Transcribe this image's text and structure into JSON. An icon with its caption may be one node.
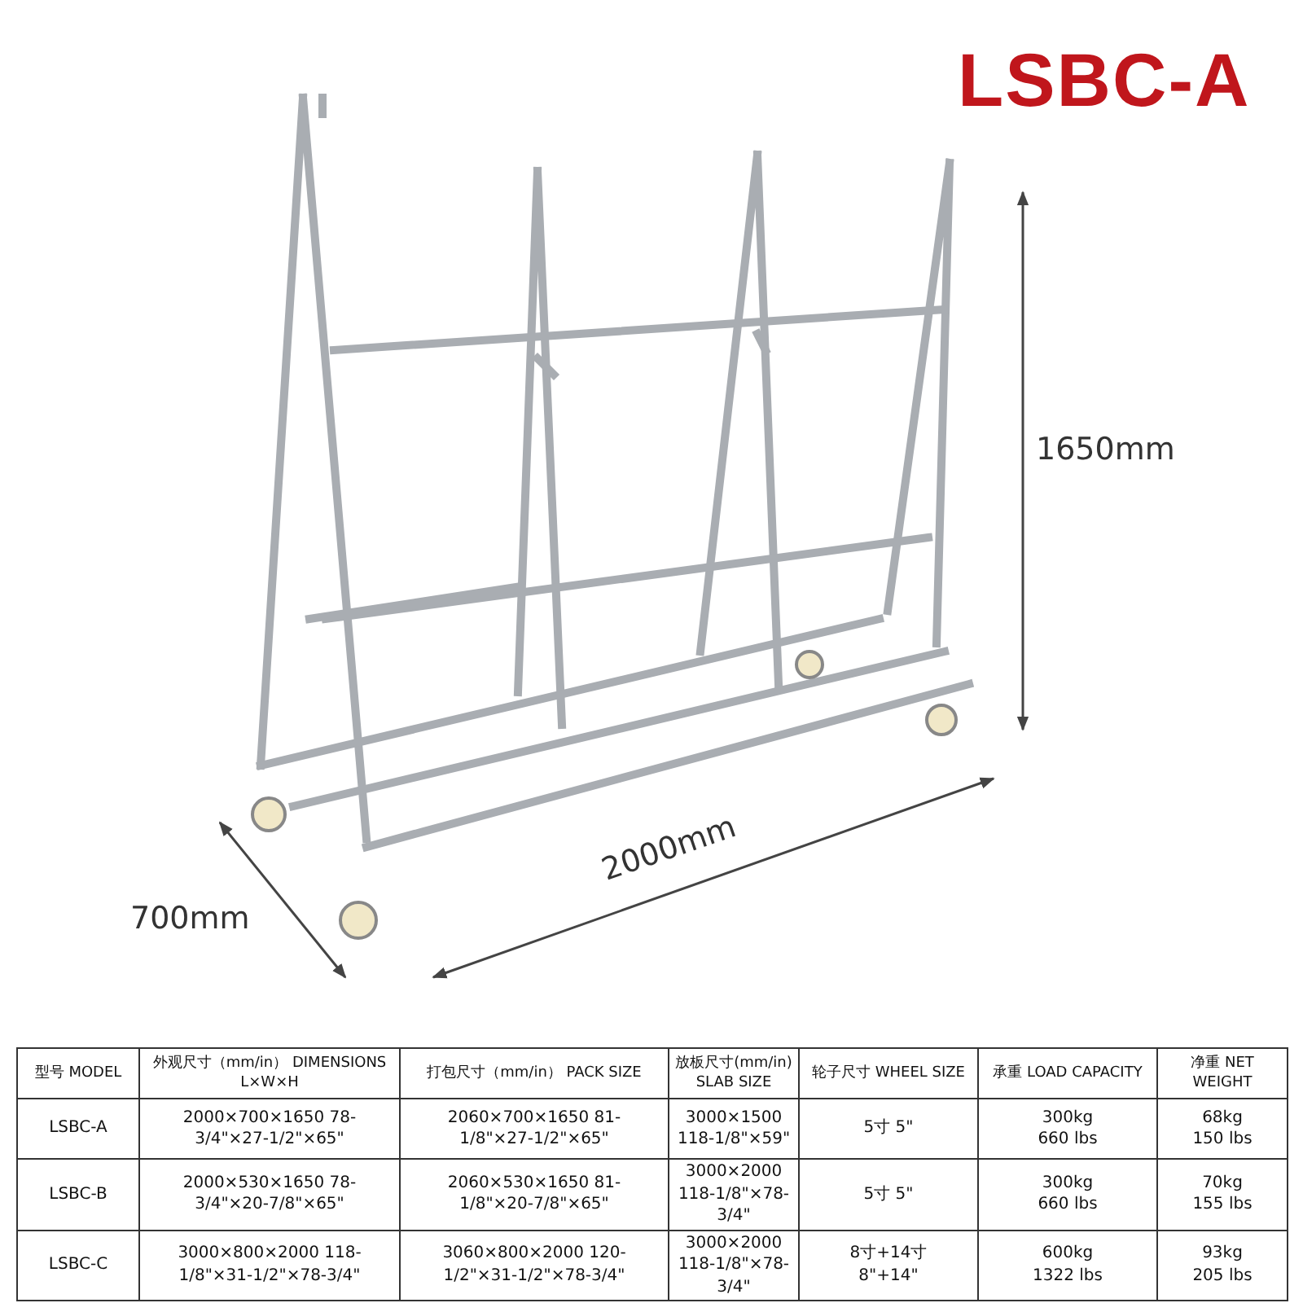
{
  "diagram": {
    "title": "LSBC-A",
    "labels": [
      "1650mm",
      "2000mm",
      "700mm",
      "型号 MODEL",
      "外观尺寸（mm/in） DIMENSIONS L×W×H",
      "打包尺寸（mm/in） PACK SIZE",
      "放板尺寸(mm/in) SLAB SIZE",
      "轮子尺寸 WHEEL SIZE",
      "承重 LOAD CAPACITY",
      "净重 NET WEIGHT",
      "LSBC-A",
      "2000×700×1650 78-3/4\"×27-1/2\"×65\"",
      "2060×700×1650 81-1/8\"×27-1/2\"×65\"",
      "3000×1500 118-1/8\"×59\"",
      "5寸 5\"",
      "300kg 660 lbs",
      "68kg 150 lbs",
      "LSBC-B",
      "2000×530×1650 78-3/4\"×20-7/8\"×65\"",
      "2060×530×1650 81-1/8\"×20-7/8\"×65\"",
      "3000×2000 118-1/8\"×78-3/4\"",
      "5寸 5\"",
      "300kg 660 lbs",
      "70kg 155 lbs",
      "LSBC-C",
      "3000×800×2000 118-1/8\"×31-1/2\"×78-3/4\"",
      "3060×800×2000 120-1/2\"×31-1/2\"×78-3/4\"",
      "3000×2000 118-1/8\"×78-3/4\"",
      "8寸+14寸 8\"+14\"",
      "600kg 1322 lbs",
      "93kg 205 lbs"
    ]
  }
}
